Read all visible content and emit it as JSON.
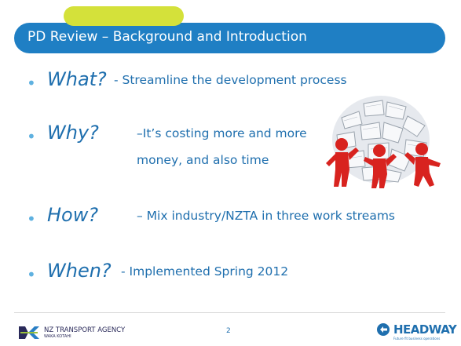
{
  "slide": {
    "title": "PD Review – Background and Introduction",
    "page_number": "2"
  },
  "bullets": [
    {
      "term": "What?",
      "description": "- Streamline the development process"
    },
    {
      "term": "Why?",
      "description": "–It’s costing more and more",
      "description_line2": "money, and also time"
    },
    {
      "term": "How?",
      "description": "– Mix industry/NZTA in three work streams"
    },
    {
      "term": "When?",
      "description": "- Implemented Spring 2012"
    }
  ],
  "footer": {
    "nzta_name": "NZ TRANSPORT AGENCY",
    "nzta_subtitle": "WAKA KOTAHI",
    "headway_name": "HEADWAY",
    "headway_tagline": "Future fit business operations"
  },
  "colors": {
    "title_bar": "#1f7fc4",
    "tab_pill": "#d4e13a",
    "text_blue": "#1f6fae",
    "bullet_light_blue": "#5fb1e0"
  },
  "icons": {
    "nzta_logo": "nzta-logo-icon",
    "headway_logo": "headway-logo-icon",
    "figures_image": "paper-ball-figures-image"
  }
}
